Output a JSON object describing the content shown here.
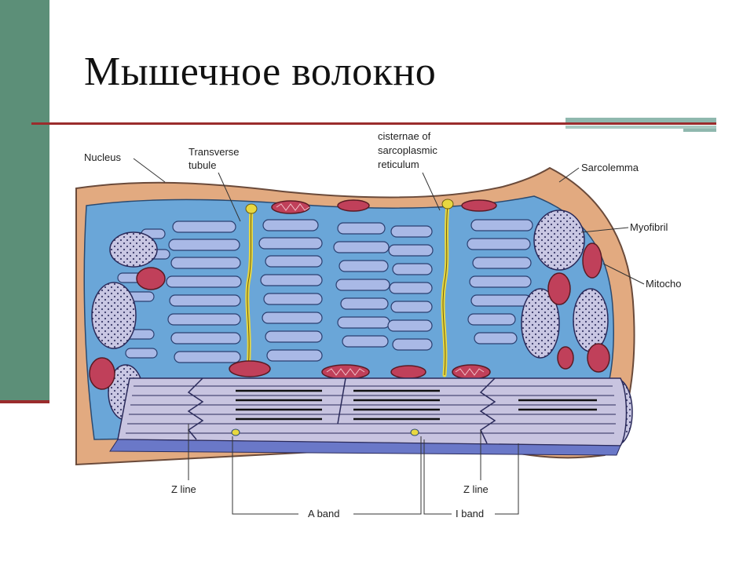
{
  "slide": {
    "title": "Мышечное волокно"
  },
  "labels": {
    "nucleus": "Nucleus",
    "transverse_1": "Transverse",
    "transverse_2": "tubule",
    "cisternae_1": "cisternae of",
    "cisternae_2": "sarcoplasmic",
    "cisternae_3": "reticulum",
    "sarcolemma": "Sarcolemma",
    "myofibril": "Myofibril",
    "mitochondrion": "Mitocho",
    "z_line_left": "Z line",
    "z_line_right": "Z line",
    "a_band": "A band",
    "i_band": "I band"
  },
  "colors": {
    "side_bar": "#5c8f78",
    "accent_rule": "#9a2c2c",
    "sarcolemma": "#e2aa80",
    "sarcoplasm": "#6aa6d8",
    "myofibril": "#c8c4e0",
    "t_tubule": "#e8d840",
    "mitochondria": "#c0405a"
  }
}
